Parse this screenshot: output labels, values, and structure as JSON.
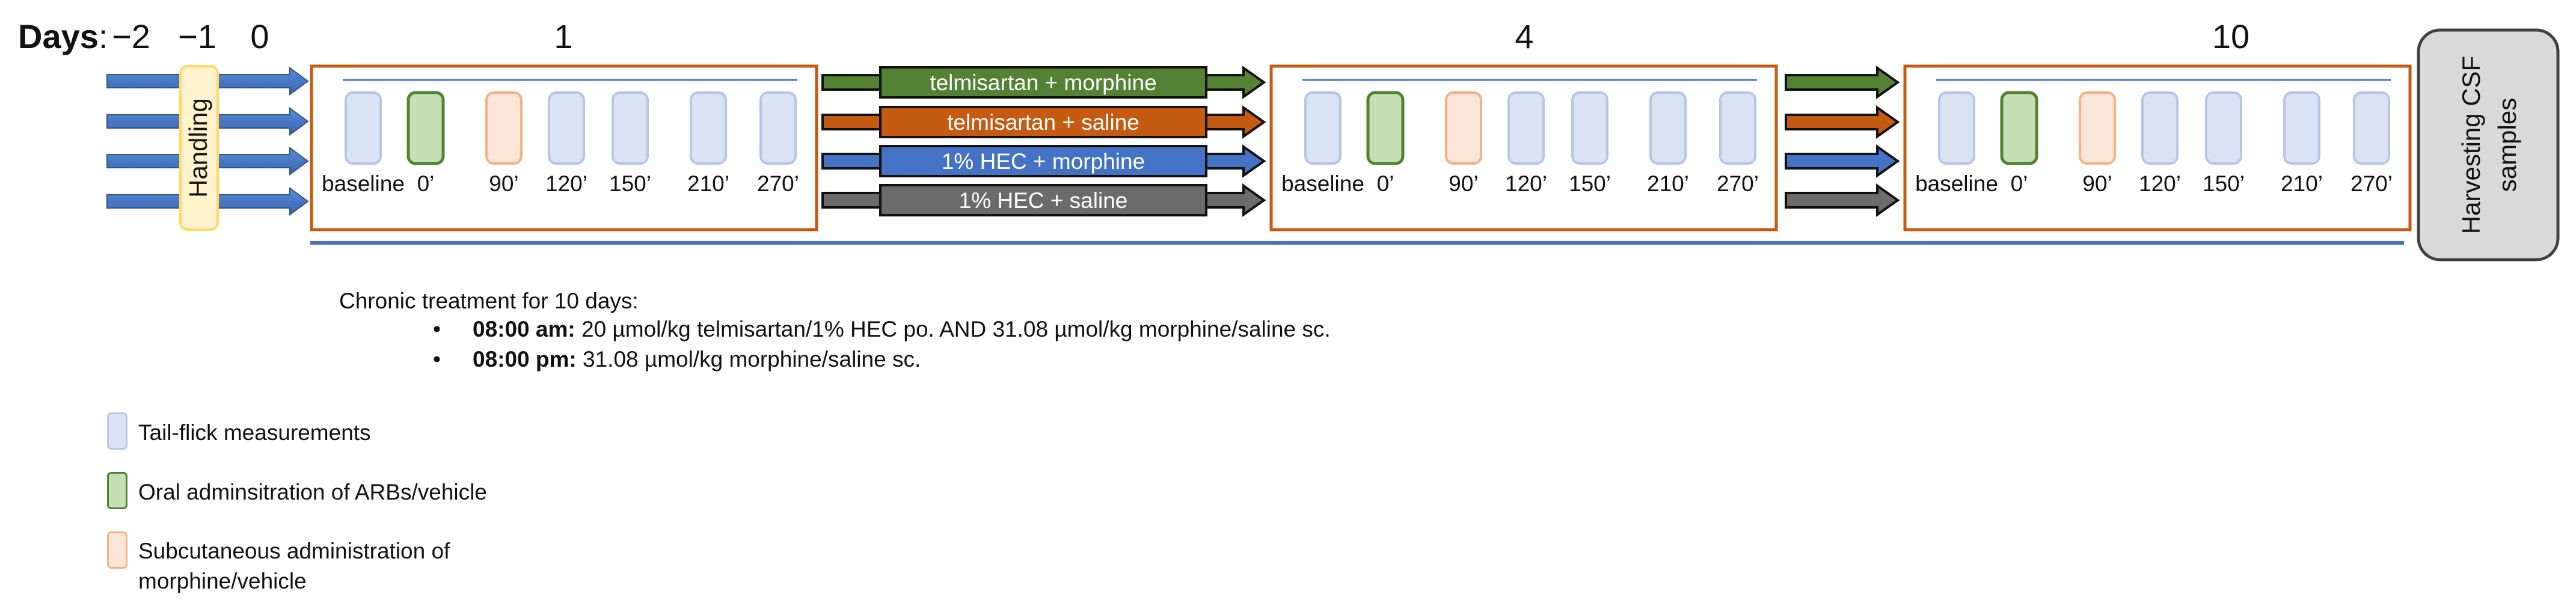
{
  "days_header": {
    "label": "Days",
    "separator": ":",
    "early_days": [
      "−2",
      "−1",
      "0"
    ],
    "session_days": [
      "1",
      "4",
      "10"
    ]
  },
  "handling": {
    "label": "Handling"
  },
  "session": {
    "timepoints": [
      "baseline",
      "0’",
      "90’",
      "120’",
      "150’",
      "210’",
      "270’"
    ],
    "kinds": [
      "tail",
      "oral",
      "sc",
      "tail",
      "tail",
      "tail",
      "tail"
    ]
  },
  "arms": [
    {
      "label": "telmisartan + morphine",
      "color": "#548235"
    },
    {
      "label": "telmisartan + saline",
      "color": "#c55a11"
    },
    {
      "label": "1% HEC + morphine",
      "color": "#4472c4"
    },
    {
      "label": "1% HEC + saline",
      "color": "#6b6b6b"
    }
  ],
  "harvest": {
    "line1": "Harvesting CSF",
    "line2": "samples"
  },
  "chronic": {
    "title": "Chronic treatment for 10 days:",
    "items": [
      {
        "time": "08:00 am:",
        "text": " 20 µmol/kg telmisartan/1% HEC po. AND 31.08 µmol/kg morphine/saline sc."
      },
      {
        "time": "08:00 pm:",
        "text": " 31.08 µmol/kg morphine/saline sc."
      }
    ]
  },
  "legend": [
    {
      "kind": "tail",
      "lines": [
        "Tail-flick measurements"
      ]
    },
    {
      "kind": "oral",
      "lines": [
        "Oral adminsitration of ARBs/vehicle"
      ]
    },
    {
      "kind": "sc",
      "lines": [
        "Subcutaneous administration of",
        "morphine/vehicle"
      ]
    }
  ],
  "colors": {
    "tail_fill": "#dae3f3",
    "tail_stroke": "#b4c7e7",
    "oral_fill": "#c5e0b4",
    "oral_stroke": "#548235",
    "sc_fill": "#fbe5d6",
    "sc_stroke": "#f4b183",
    "session_border": "#c55a11",
    "timeline_blue": "#4472c4",
    "handling_fill": "#fff2cc",
    "handling_stroke": "#ffd966",
    "harvest_fill": "#d9d9d9",
    "harvest_stroke": "#404040"
  }
}
